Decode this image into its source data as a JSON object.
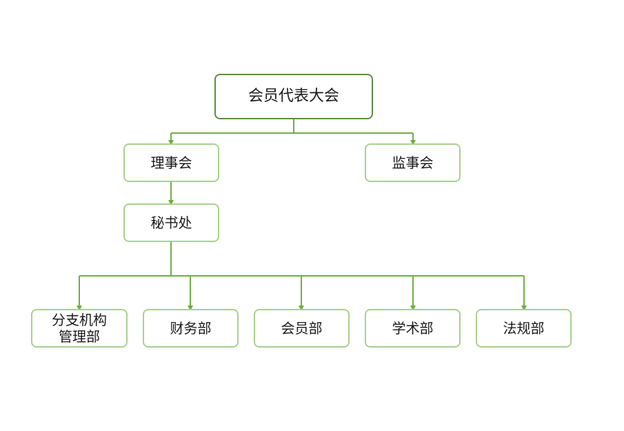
{
  "colors": {
    "root_border": "#5a8f3c",
    "node_border": "#a8d08d",
    "connector": "#70ad47"
  },
  "nodes": {
    "general_assembly": "会员代表大会",
    "council": "理事会",
    "supervisory_board": "监事会",
    "secretariat": "秘书处",
    "branch_mgmt_line1": "分支机构",
    "branch_mgmt_line2": "管理部",
    "finance": "财务部",
    "membership": "会员部",
    "academic": "学术部",
    "legal": "法规部"
  }
}
